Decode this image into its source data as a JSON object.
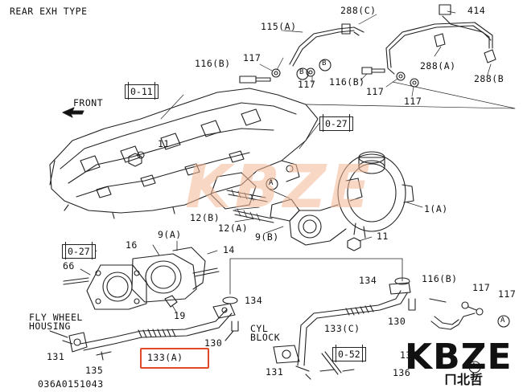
{
  "header": {
    "title": "REAR EXH TYPE"
  },
  "footer": {
    "drawing_code": "036A0151043"
  },
  "logo": {
    "brand": "KBZE",
    "subtitle": "ㄇ北哲",
    "watermark": "KBZE"
  },
  "direction": {
    "front": "FRONT"
  },
  "refs": {
    "r0_11": "0-11",
    "r0_27_top": "0-27",
    "r0_27_left": "0-27",
    "r0_52": "0-52"
  },
  "notes": {
    "fly_wheel": "FLY WHEEL",
    "housing": "HOUSING",
    "cyl": "CYL",
    "block": "BLOCK"
  },
  "callouts": {
    "p288c": "288(C)",
    "p414": "414",
    "p115a": "115(A)",
    "p116b_1": "116(B)",
    "p117_1": "117",
    "p117_2": "117",
    "p116b_2": "116(B)",
    "p117_3": "117",
    "p117_4": "117",
    "p288a": "288(A)",
    "p288b": "288(B",
    "p11_1": "11",
    "p1a": "1(A)",
    "p12b": "12(B)",
    "p12a": "12(A)",
    "p9b": "9(B)",
    "p11_2": "11",
    "p16": "16",
    "p9a": "9(A)",
    "p14": "14",
    "p66": "66",
    "p19": "19",
    "p134_1": "134",
    "p134_2": "134",
    "p116b_3": "116(B)",
    "p117_5": "117",
    "p117_6": "117",
    "p130_1": "130",
    "p130_2": "130",
    "p133c": "133(C)",
    "p131_1": "131",
    "p131_2": "131",
    "p135": "135",
    "p133a": "133(A)",
    "p136_1": "136",
    "p136_2": "136",
    "circ_a1": "A",
    "circ_b1": "B",
    "circ_b2": "B",
    "circ_a2": "A",
    "circ_a3": "A"
  },
  "colors": {
    "highlight": "#e04a2a",
    "line": "#222222",
    "watermark": "#f4b896"
  }
}
